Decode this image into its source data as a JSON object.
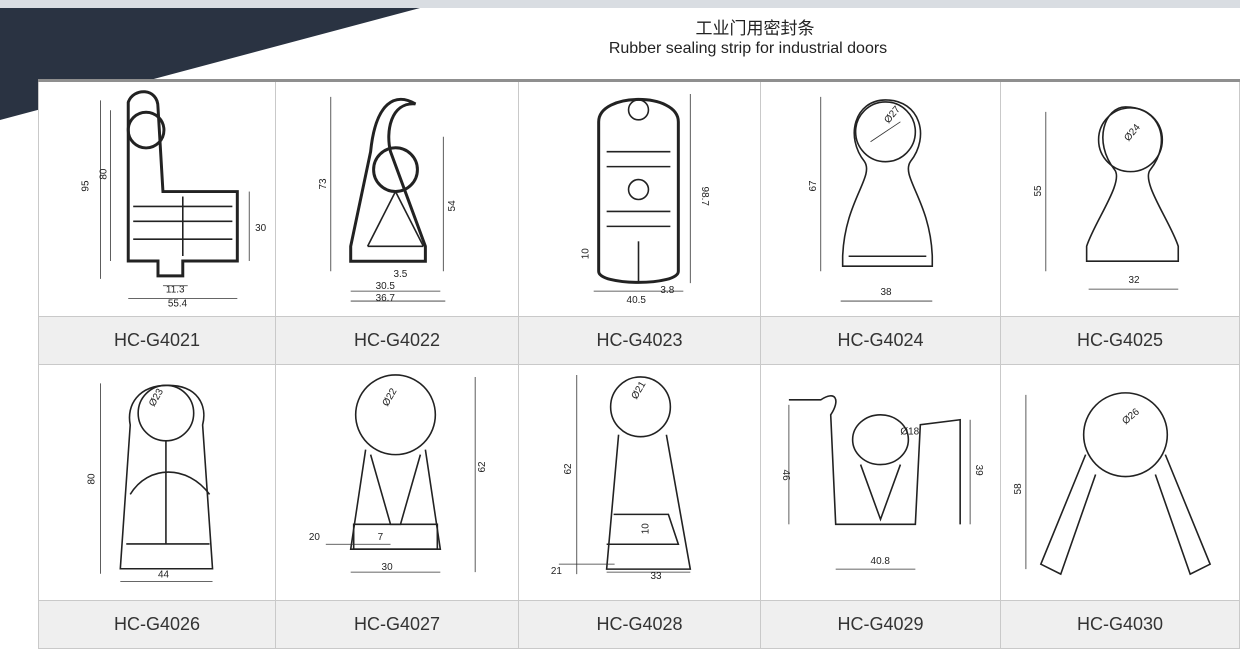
{
  "header": {
    "title_zh": "工业门用密封条",
    "title_en": "Rubber sealing strip for  industrial doors"
  },
  "colors": {
    "banner": "#2a3342",
    "border": "#8f8f8f",
    "label_bg": "#efefef"
  },
  "products": [
    {
      "code": "HC-G4021",
      "dims": [
        "95",
        "80",
        "30",
        "11.3",
        "55.4"
      ]
    },
    {
      "code": "HC-G4022",
      "dims": [
        "73",
        "54",
        "3.5",
        "30.5",
        "36.7"
      ]
    },
    {
      "code": "HC-G4023",
      "dims": [
        "98.7",
        "10",
        "40.5",
        "3.8"
      ]
    },
    {
      "code": "HC-G4024",
      "dims": [
        "67",
        "Ø27",
        "38"
      ]
    },
    {
      "code": "HC-G4025",
      "dims": [
        "55",
        "Ø24",
        "32"
      ]
    },
    {
      "code": "HC-G4026",
      "dims": [
        "80",
        "Ø23",
        "44"
      ]
    },
    {
      "code": "HC-G4027",
      "dims": [
        "Ø22",
        "62",
        "20",
        "7",
        "30"
      ]
    },
    {
      "code": "HC-G4028",
      "dims": [
        "Ø21",
        "62",
        "10",
        "21",
        "33"
      ]
    },
    {
      "code": "HC-G4029",
      "dims": [
        "Ø18",
        "46",
        "39",
        "40.8"
      ]
    },
    {
      "code": "HC-G4030",
      "dims": [
        "Ø26",
        "58"
      ]
    }
  ]
}
